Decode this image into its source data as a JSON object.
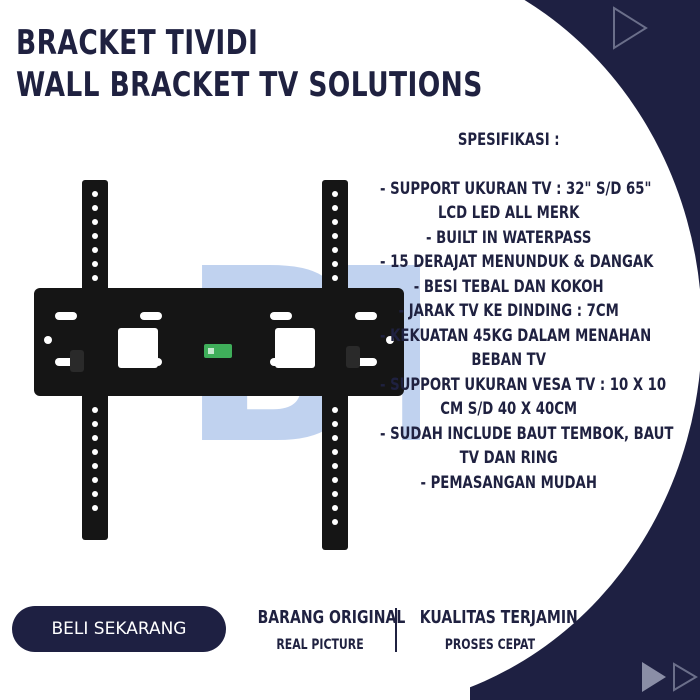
{
  "title": {
    "line1": "BRACKET TIVIDI",
    "line2": "WALL BRACKET TV SOLUTIONS"
  },
  "specs": {
    "heading": "SPESIFIKASI :",
    "items": [
      "- SUPPORT UKURAN TV : 32\" S/D 65\"",
      "LCD LED ALL MERK",
      "- BUILT IN WATERPASS",
      "- 15 DERAJAT MENUNDUK & DANGAK",
      "- BESI TEBAL DAN KOKOH",
      "- JARAK TV KE DINDING : 7CM",
      "- KEKUATAN 45KG DALAM MENAHAN",
      "BEBAN TV",
      "- SUPPORT UKURAN VESA TV : 10 X 10",
      "CM S/D 40 X 40CM",
      "- SUDAH INCLUDE BAUT TEMBOK, BAUT",
      "TV DAN RING",
      "- PEMASANGAN MUDAH"
    ]
  },
  "watermark": "BT",
  "buy_button": "BELI SEKARANG",
  "features": [
    {
      "main": "BARANG ORIGINAL",
      "sub": "REAL PICTURE"
    },
    {
      "main": "KUALITAS TERJAMIN",
      "sub": "PROSES CEPAT"
    }
  ],
  "colors": {
    "navy": "#1e2042",
    "text": "#1f2140",
    "bracket": "#151515",
    "water_level": "#3fae5a",
    "watermark_blue": "#4a7fd1"
  }
}
